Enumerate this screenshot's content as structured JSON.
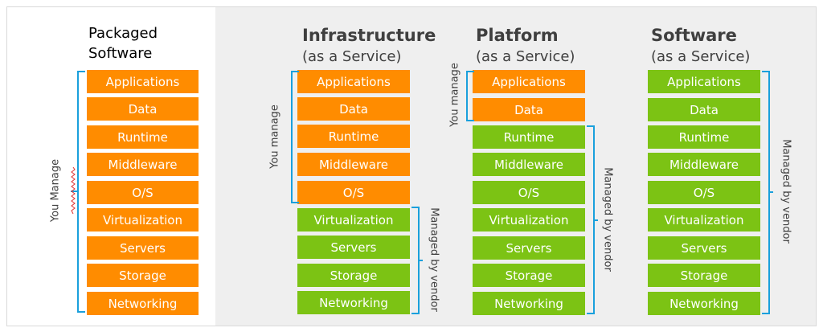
{
  "columns": [
    {
      "id": "packaged",
      "title_line1": "Packaged",
      "title_line2": "Software",
      "manage_label": "You Manage",
      "vendor_label": "",
      "layers": [
        {
          "label": "Applications",
          "managed_by": "you",
          "color": "#ff8c00"
        },
        {
          "label": "Data",
          "managed_by": "you",
          "color": "#ff8c00"
        },
        {
          "label": "Runtime",
          "managed_by": "you",
          "color": "#ff8c00"
        },
        {
          "label": "Middleware",
          "managed_by": "you",
          "color": "#ff8c00"
        },
        {
          "label": "O/S",
          "managed_by": "you",
          "color": "#ff8c00"
        },
        {
          "label": "Virtualization",
          "managed_by": "you",
          "color": "#ff8c00"
        },
        {
          "label": "Servers",
          "managed_by": "you",
          "color": "#ff8c00"
        },
        {
          "label": "Storage",
          "managed_by": "you",
          "color": "#ff8c00"
        },
        {
          "label": "Networking",
          "managed_by": "you",
          "color": "#ff8c00"
        }
      ]
    },
    {
      "id": "iaas",
      "title_line1": "Infrastructure",
      "title_line2": "(as a Service)",
      "manage_label": "You manage",
      "vendor_label": "Managed by vendor",
      "layers": [
        {
          "label": "Applications",
          "managed_by": "you",
          "color": "#ff8c00"
        },
        {
          "label": "Data",
          "managed_by": "you",
          "color": "#ff8c00"
        },
        {
          "label": "Runtime",
          "managed_by": "you",
          "color": "#ff8c00"
        },
        {
          "label": "Middleware",
          "managed_by": "you",
          "color": "#ff8c00"
        },
        {
          "label": "O/S",
          "managed_by": "you",
          "color": "#ff8c00"
        },
        {
          "label": "Virtualization",
          "managed_by": "vendor",
          "color": "#7cc314"
        },
        {
          "label": "Servers",
          "managed_by": "vendor",
          "color": "#7cc314"
        },
        {
          "label": "Storage",
          "managed_by": "vendor",
          "color": "#7cc314"
        },
        {
          "label": "Networking",
          "managed_by": "vendor",
          "color": "#7cc314"
        }
      ]
    },
    {
      "id": "paas",
      "title_line1": "Platform",
      "title_line2": "(as a Service)",
      "manage_label": "You manage",
      "vendor_label": "Managed by vendor",
      "layers": [
        {
          "label": "Applications",
          "managed_by": "you",
          "color": "#ff8c00"
        },
        {
          "label": "Data",
          "managed_by": "you",
          "color": "#ff8c00"
        },
        {
          "label": "Runtime",
          "managed_by": "vendor",
          "color": "#7cc314"
        },
        {
          "label": "Middleware",
          "managed_by": "vendor",
          "color": "#7cc314"
        },
        {
          "label": "O/S",
          "managed_by": "vendor",
          "color": "#7cc314"
        },
        {
          "label": "Virtualization",
          "managed_by": "vendor",
          "color": "#7cc314"
        },
        {
          "label": "Servers",
          "managed_by": "vendor",
          "color": "#7cc314"
        },
        {
          "label": "Storage",
          "managed_by": "vendor",
          "color": "#7cc314"
        },
        {
          "label": "Networking",
          "managed_by": "vendor",
          "color": "#7cc314"
        }
      ]
    },
    {
      "id": "saas",
      "title_line1": "Software",
      "title_line2": "(as a Service)",
      "manage_label": "",
      "vendor_label": "Managed by vendor",
      "layers": [
        {
          "label": "Applications",
          "managed_by": "vendor",
          "color": "#7cc314"
        },
        {
          "label": "Data",
          "managed_by": "vendor",
          "color": "#7cc314"
        },
        {
          "label": "Runtime",
          "managed_by": "vendor",
          "color": "#7cc314"
        },
        {
          "label": "Middleware",
          "managed_by": "vendor",
          "color": "#7cc314"
        },
        {
          "label": "O/S",
          "managed_by": "vendor",
          "color": "#7cc314"
        },
        {
          "label": "Virtualization",
          "managed_by": "vendor",
          "color": "#7cc314"
        },
        {
          "label": "Servers",
          "managed_by": "vendor",
          "color": "#7cc314"
        },
        {
          "label": "Storage",
          "managed_by": "vendor",
          "color": "#7cc314"
        },
        {
          "label": "Networking",
          "managed_by": "vendor",
          "color": "#7cc314"
        }
      ]
    }
  ],
  "colors": {
    "you_manage": "#ff8c00",
    "vendor_managed": "#7cc314",
    "bracket": "#1aa0dc"
  }
}
